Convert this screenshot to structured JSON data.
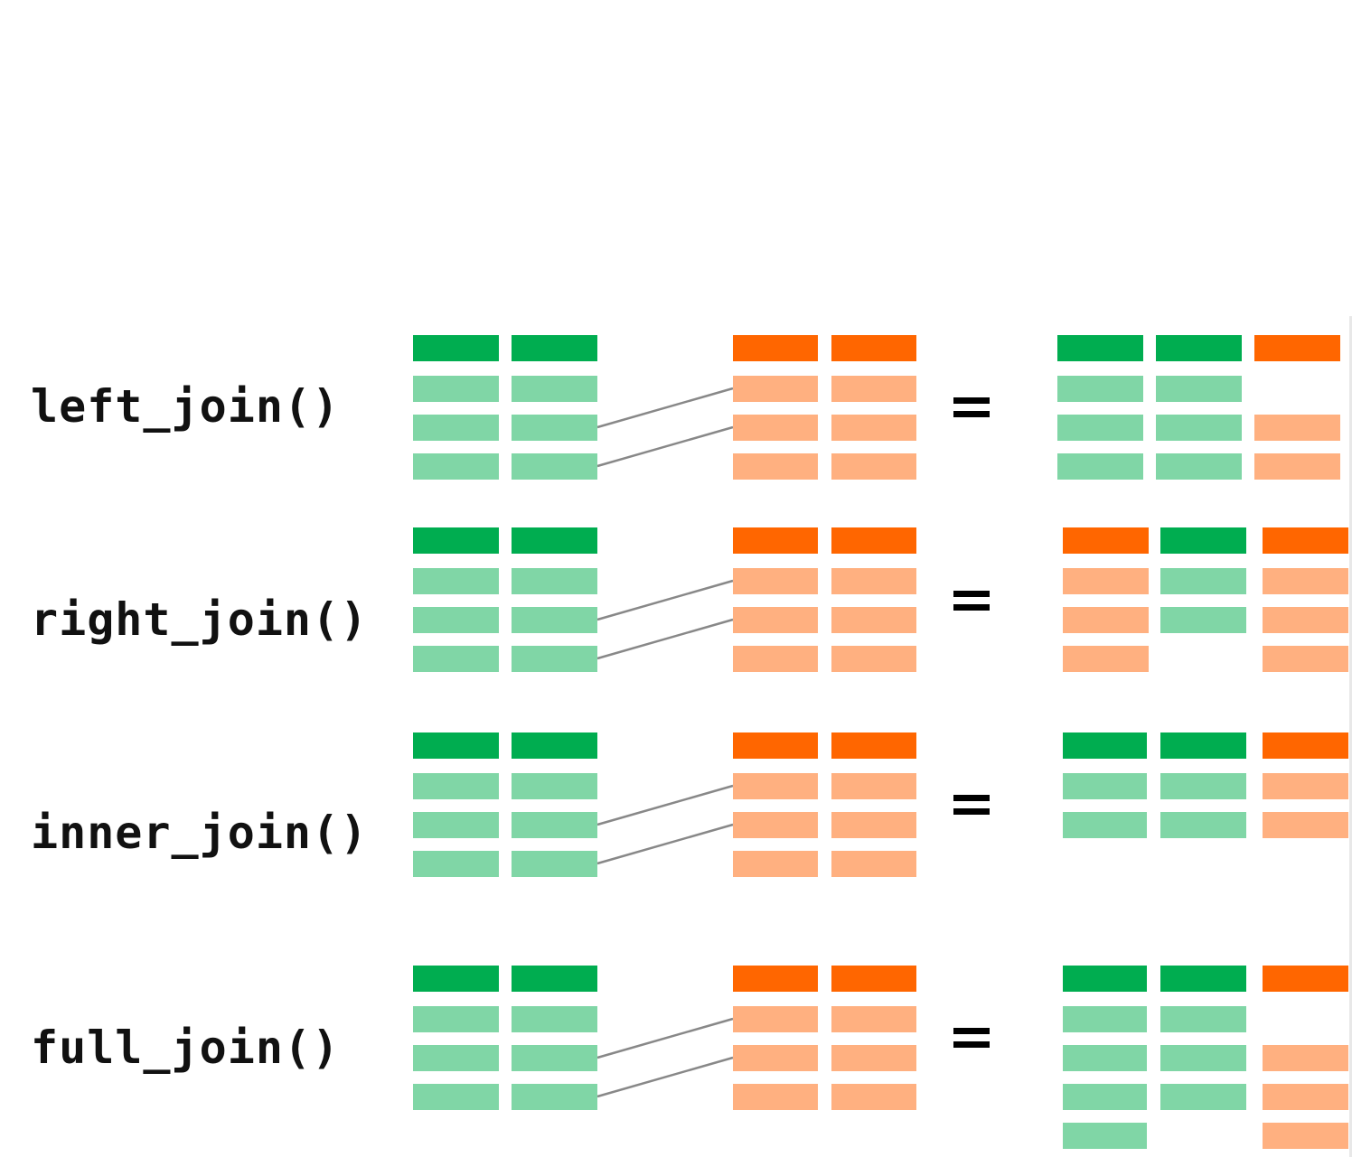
{
  "colors": {
    "green_header": "#00AD50",
    "green_row": "#80D6A6",
    "orange_header": "#FF6600",
    "orange_row": "#FFB080",
    "link_line": "#888888"
  },
  "joins": [
    {
      "label": "left_join()",
      "result_columns": [
        "green",
        "green",
        "orange"
      ],
      "result_rows": [
        [
          "green",
          "green",
          null
        ],
        [
          "green",
          "green",
          "orange"
        ],
        [
          "green",
          "green",
          "orange"
        ]
      ]
    },
    {
      "label": "right_join()",
      "result_columns": [
        "orange",
        "green",
        "orange"
      ],
      "result_rows": [
        [
          "orange",
          "green",
          "orange"
        ],
        [
          "orange",
          "green",
          "orange"
        ],
        [
          "orange",
          null,
          "orange"
        ]
      ]
    },
    {
      "label": "inner_join()",
      "result_columns": [
        "green",
        "green",
        "orange"
      ],
      "result_rows": [
        [
          "green",
          "green",
          "orange"
        ],
        [
          "green",
          "green",
          "orange"
        ]
      ]
    },
    {
      "label": "full_join()",
      "result_columns": [
        "green",
        "green",
        "orange"
      ],
      "result_rows": [
        [
          "green",
          "green",
          null
        ],
        [
          "green",
          "green",
          "orange"
        ],
        [
          "green",
          "green",
          "orange"
        ],
        [
          "green",
          null,
          "orange"
        ]
      ]
    }
  ],
  "equals_sign": "="
}
